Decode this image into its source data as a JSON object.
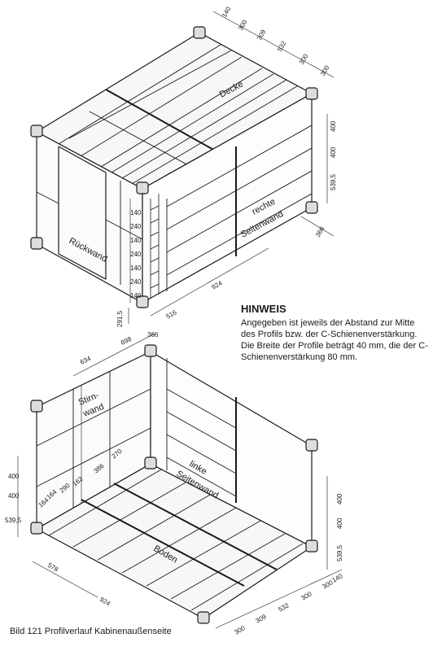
{
  "colors": {
    "ink": "#1a1a1a",
    "paper": "#ffffff",
    "fill": "#f2f2f2"
  },
  "top_figure": {
    "panels": {
      "roof": "Decke",
      "back": "Rückwand",
      "right_1": "rechte",
      "right_2": "Seitenwand"
    },
    "dims_top": [
      "140",
      "300",
      "309",
      "532",
      "300",
      "300"
    ],
    "dims_right": [
      "400",
      "400",
      "539,5"
    ],
    "dims_right_depth": "366",
    "dims_corner_stack": [
      "140",
      "240",
      "140",
      "240",
      "140",
      "240",
      "140"
    ],
    "dims_bottom": [
      "924",
      "516"
    ],
    "dims_left": "291,5"
  },
  "bottom_figure": {
    "panels": {
      "front_1": "Stirn-",
      "front_2": "wand",
      "left_1": "linke",
      "left_2": "Seitenwand",
      "floor": "Boden"
    },
    "dims_top": [
      "634",
      "698",
      "366"
    ],
    "dims_left": [
      "400",
      "400",
      "539,5"
    ],
    "dims_inner": [
      "270",
      "386",
      "162",
      "164",
      "290",
      "164"
    ],
    "dims_right": [
      "400",
      "400",
      "539,5"
    ],
    "dims_bottom_left": [
      "578",
      "924"
    ],
    "dims_bottom_right": [
      "140",
      "300",
      "300",
      "532",
      "309",
      "300"
    ]
  },
  "note": {
    "title": "HINWEIS",
    "text": "Angegeben ist jeweils der Abstand zur Mitte des Profils bzw. der C-Schienenverstärkung. Die Breite der Profile beträgt 40 mm, die der C-Schienenverstärkung 80 mm."
  },
  "caption": "Bild 121  Profilverlauf Kabinenaußenseite"
}
